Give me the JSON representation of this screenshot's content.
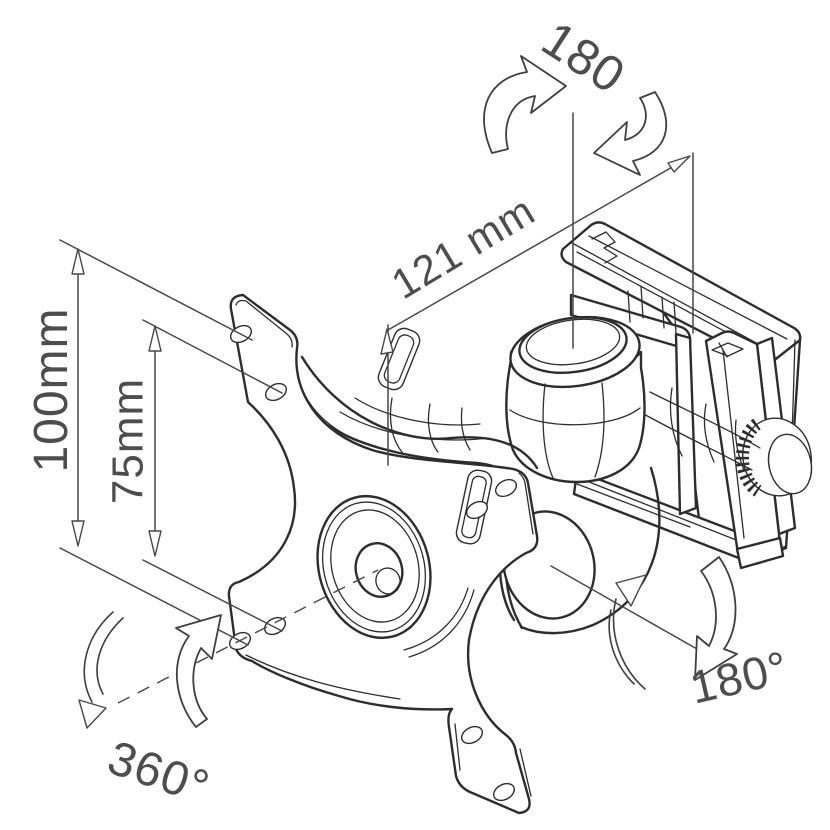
{
  "colors": {
    "line": "#2d2d2d",
    "label": "#4d4d4d",
    "background": "#ffffff"
  },
  "labels": {
    "rotation_top": "180",
    "depth_dimension": "121 mm",
    "vesa_outer_dimension": "100mm",
    "vesa_inner_dimension": "75mm",
    "rotation_bottom_left": "360°",
    "rotation_bottom_right": "180°"
  }
}
